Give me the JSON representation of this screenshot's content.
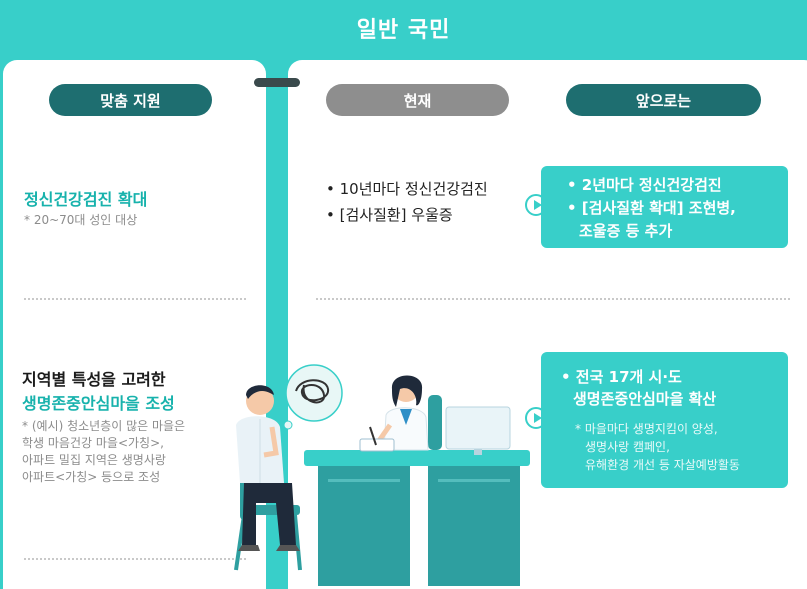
{
  "header": {
    "title": "일반 국민"
  },
  "left": {
    "pill": "맞춤 지원",
    "section1": {
      "title": "정신건강검진 확대",
      "note": "* 20~70대 성인 대상"
    },
    "section2": {
      "title_line1": "지역별 특성을 고려한",
      "title_line2": "생명존중안심마을 조성",
      "note_lines": [
        "* (예시) 청소년층이 많은 마을은",
        "학생 마음건강 마을<가칭>,",
        "아파트 밀집 지역은 생명사랑",
        "아파트<가칭> 등으로 조성"
      ]
    }
  },
  "current": {
    "pill": "현재",
    "items": [
      "• 10년마다 정신건강검진",
      "• [검사질환] 우울증"
    ]
  },
  "future": {
    "pill": "앞으로는",
    "box1": {
      "lines": [
        "• 2년마다 정신건강검진",
        "• [검사질환 확대] 조현병,",
        "조울증 등 추가"
      ]
    },
    "box2": {
      "lines": [
        "• 전국 17개 시·도",
        "생명존중안심마을 확산"
      ],
      "note_lines": [
        "* 마을마다 생명지킴이 양성,",
        "생명사랑 캠페인,",
        "유해환경 개선 등 자살예방활동"
      ]
    }
  }
}
